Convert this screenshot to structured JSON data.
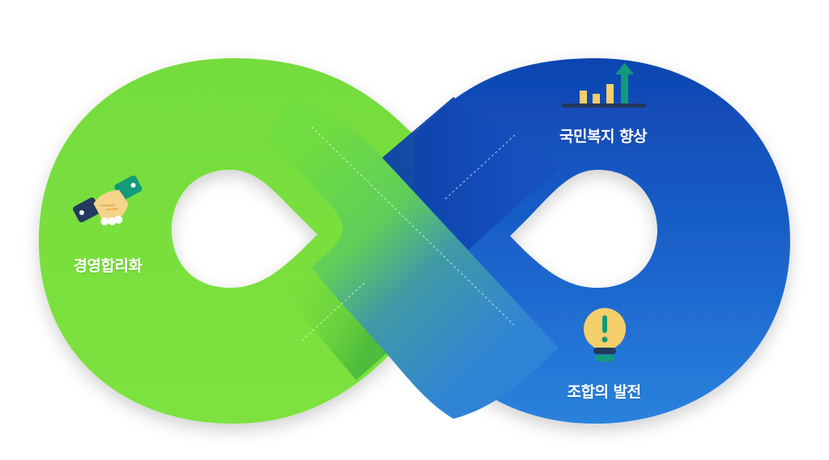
{
  "diagram": {
    "labels": {
      "management": "경영합리화",
      "welfare": "국민복지 향상",
      "union": "조합의 발전"
    },
    "icons": {
      "management": "handshake-icon",
      "welfare": "rising-bar-chart-icon",
      "union": "lightbulb-icon"
    },
    "colors": {
      "green": "#7ee03f",
      "green_dark": "#3fb53c",
      "blue": "#2a7bd9",
      "blue_dark": "#0a3ea8",
      "teal": "#139a7a",
      "bulb": "#f5cf6b",
      "navy": "#23395e"
    }
  }
}
